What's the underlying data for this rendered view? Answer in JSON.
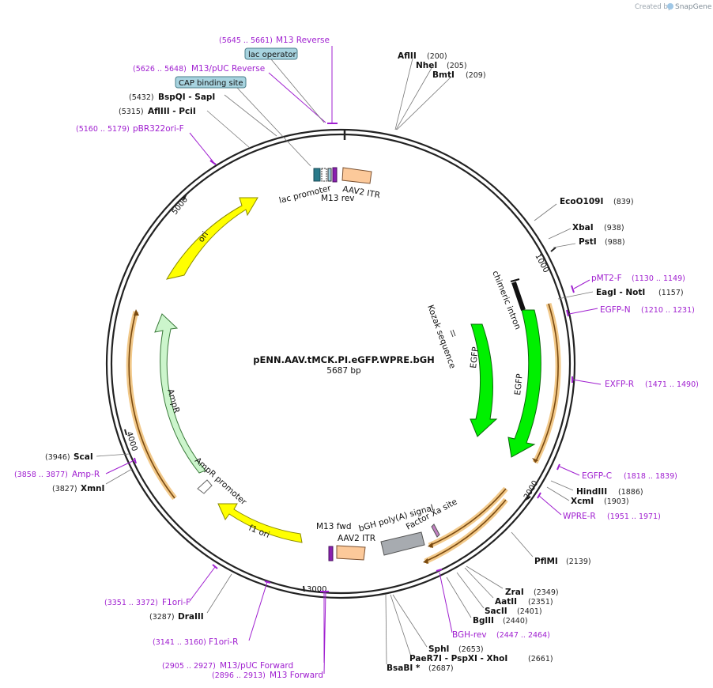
{
  "branding": {
    "created_by": "Created by",
    "app_name": "SnapGene"
  },
  "plasmid": {
    "name": "pENN.AAV.tMCK.PI.eGFP.WPRE.bGH",
    "length_label": "5687 bp"
  },
  "ticks": [
    "1000",
    "2000",
    "3000",
    "4000",
    "5000"
  ],
  "restriction_sites": [
    {
      "name": "AflII",
      "pos": "(200)"
    },
    {
      "name": "NheI",
      "pos": "(205)"
    },
    {
      "name": "BmtI",
      "pos": "(209)"
    },
    {
      "name": "EcoO109I",
      "pos": "(839)"
    },
    {
      "name": "XbaI",
      "pos": "(938)"
    },
    {
      "name": "PstI",
      "pos": "(988)"
    },
    {
      "name": "EagI - NotI",
      "pos": "(1157)"
    },
    {
      "name": "HindIII",
      "pos": "(1886)"
    },
    {
      "name": "XcmI",
      "pos": "(1903)"
    },
    {
      "name": "PflMI",
      "pos": "(2139)"
    },
    {
      "name": "ZraI",
      "pos": "(2349)"
    },
    {
      "name": "AatII",
      "pos": "(2351)"
    },
    {
      "name": "SacII",
      "pos": "(2401)"
    },
    {
      "name": "BglII",
      "pos": "(2440)"
    },
    {
      "name": "SphI",
      "pos": "(2653)"
    },
    {
      "name": "PaeR7I - PspXI - XhoI",
      "pos": "(2661)"
    },
    {
      "name": "BsaBI *",
      "pos": "(2687)"
    },
    {
      "name": "DraIII",
      "pos": "(3287)"
    },
    {
      "name": "XmnI",
      "pos": "(3827)"
    },
    {
      "name": "ScaI",
      "pos": "(3946)"
    },
    {
      "name": "AflIII - PciI",
      "pos": "(5315)"
    },
    {
      "name": "BspQI - SapI",
      "pos": "(5432)"
    }
  ],
  "primers": [
    {
      "name": "M13 Reverse",
      "range": "(5645 .. 5661)"
    },
    {
      "name": "M13/pUC Reverse",
      "range": "(5626 .. 5648)"
    },
    {
      "name": "pBR322ori-F",
      "range": "(5160 .. 5179)"
    },
    {
      "name": "pMT2-F",
      "range": "(1130 .. 1149)"
    },
    {
      "name": "EGFP-N",
      "range": "(1210 .. 1231)"
    },
    {
      "name": "EXFP-R",
      "range": "(1471 .. 1490)"
    },
    {
      "name": "EGFP-C",
      "range": "(1818 .. 1839)"
    },
    {
      "name": "WPRE-R",
      "range": "(1951 .. 1971)"
    },
    {
      "name": "BGH-rev",
      "range": "(2447 .. 2464)"
    },
    {
      "name": "M13/pUC Forward",
      "range": "(2905 .. 2927)"
    },
    {
      "name": "M13 Forward",
      "range": "(2896 .. 2913)"
    },
    {
      "name": "F1ori-R",
      "range": "(3141 .. 3160)"
    },
    {
      "name": "F1ori-F",
      "range": "(3351 .. 3372)"
    },
    {
      "name": "Amp-R",
      "range": "(3858 .. 3877)"
    }
  ],
  "boxed_features": [
    "lac operator",
    "CAP binding site"
  ],
  "feature_labels": [
    "lac promoter",
    "AAV2 ITR",
    "M13 rev",
    "chimeric intron",
    "Kozak sequence",
    "EGFP",
    "EGFP",
    "ori",
    "AmpR",
    "AmpR promoter",
    "f1 ori",
    "M13 fwd",
    "AAV2 ITR",
    "bGH poly(A) signal",
    "Factor Xa site"
  ]
}
